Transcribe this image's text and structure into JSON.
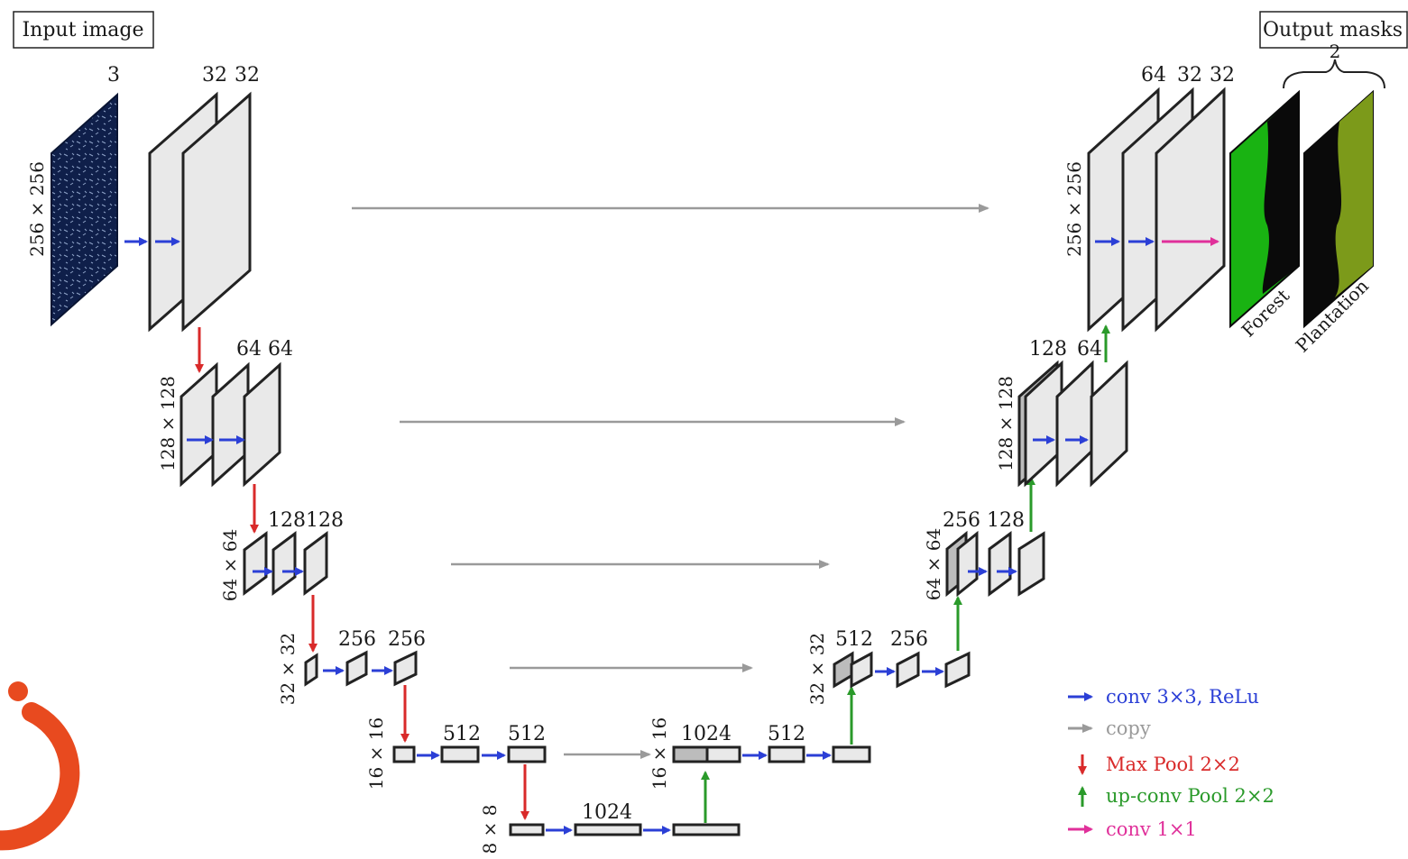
{
  "title_boxes": {
    "input": "Input image",
    "output": "Output masks"
  },
  "output_brace_label": "2",
  "mask_labels": [
    "Forest",
    "Plantation"
  ],
  "channels": {
    "input": "3",
    "enc1": [
      "32",
      "32"
    ],
    "enc2": [
      "64",
      "64"
    ],
    "enc3": [
      "128",
      "128"
    ],
    "enc4": [
      "256",
      "256"
    ],
    "enc5": [
      "512",
      "512"
    ],
    "bottleneck": "1024",
    "dec5": [
      "1024",
      "512"
    ],
    "dec4": [
      "512",
      "256"
    ],
    "dec3": [
      "256",
      "128"
    ],
    "dec2": [
      "128",
      "64"
    ],
    "dec1": [
      "64",
      "32",
      "32"
    ]
  },
  "spatial": {
    "s256": "256 × 256",
    "s128": "128 × 128",
    "s64": "64 × 64",
    "s32": "32 × 32",
    "s16": "16 × 16",
    "s8": "8 × 8"
  },
  "legend": [
    {
      "label": "conv 3×3, ReLu",
      "color": "#2b3fd6",
      "kind": "right-arrow"
    },
    {
      "label": "copy",
      "color": "#9a9a9a",
      "kind": "right-arrow"
    },
    {
      "label": "Max Pool 2×2",
      "color": "#d92a2a",
      "kind": "down-arrow"
    },
    {
      "label": "up-conv Pool 2×2",
      "color": "#2a9a2a",
      "kind": "up-arrow"
    },
    {
      "label": "conv 1×1",
      "color": "#e0309a",
      "kind": "right-arrow"
    }
  ],
  "colors": {
    "conv": "#2b3fd6",
    "copy": "#9a9a9a",
    "maxpool": "#d92a2a",
    "upconv": "#2a9a2a",
    "conv1x1": "#e0309a",
    "satellite": "#0f1f4a",
    "forest_green": "#19b312",
    "plantation_olive": "#7c9a1a",
    "logo_orange": "#e84a1f"
  }
}
